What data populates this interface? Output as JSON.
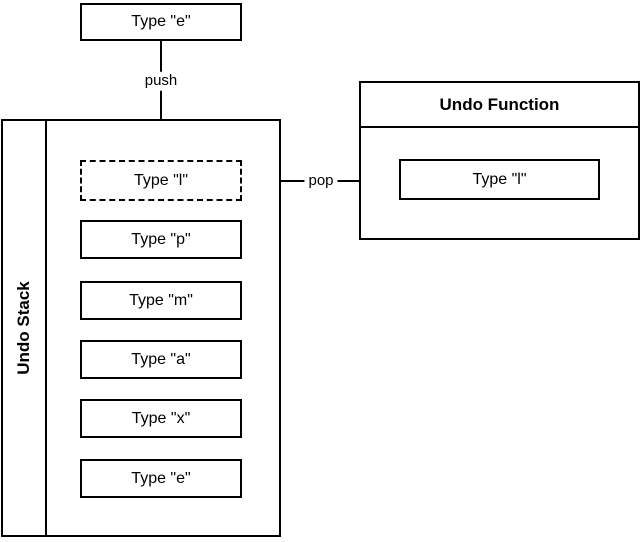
{
  "diagram": {
    "top_box": {
      "label": "Type \"e\""
    },
    "push_arrow_label": "push",
    "pop_arrow_label": "pop",
    "undo_stack": {
      "title": "Undo Stack",
      "top_item": {
        "label": "Type \"l\"",
        "style": "dashed"
      },
      "items": [
        {
          "label": "Type \"p\""
        },
        {
          "label": "Type \"m\""
        },
        {
          "label": "Type \"a\""
        },
        {
          "label": "Type \"x\""
        },
        {
          "label": "Type \"e\""
        }
      ]
    },
    "undo_function": {
      "title": "Undo Function",
      "item": {
        "label": "Type \"l\""
      }
    },
    "colors": {
      "line": "#000000",
      "background": "#ffffff",
      "text": "#000000"
    }
  }
}
